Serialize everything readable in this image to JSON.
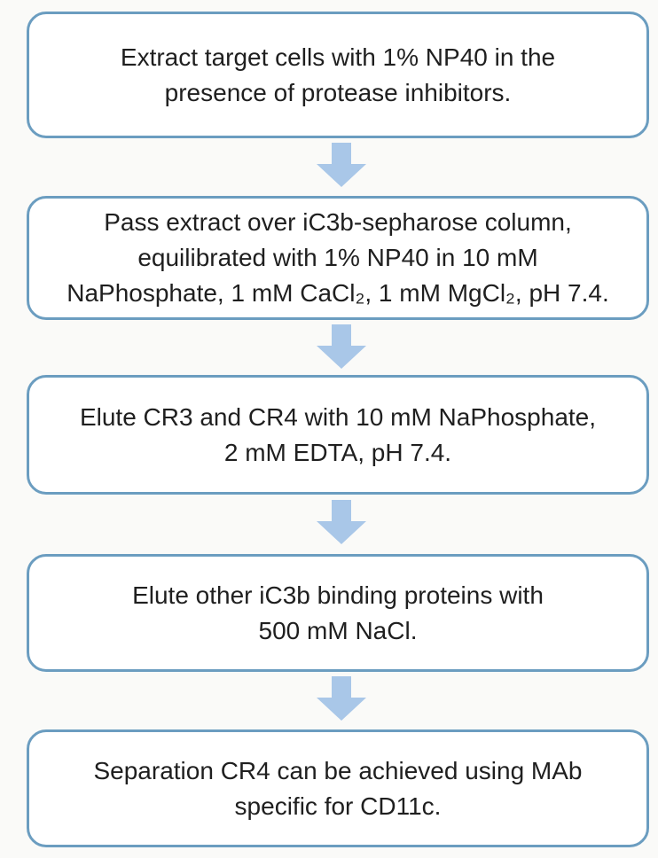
{
  "diagram": {
    "type": "flowchart",
    "direction": "top-down",
    "steps": [
      {
        "id": 1,
        "label": "Extract target cells with 1% NP40 in the\npresence of protease inhibitors."
      },
      {
        "id": 2,
        "label": "Pass extract over iC3b-sepharose column,\nequilibrated with 1% NP40 in 10 mM\nNaPhosphate, 1 mM CaCl₂, 1 mM MgCl₂, pH 7.4."
      },
      {
        "id": 3,
        "label": "Elute CR3 and CR4 with 10 mM NaPhosphate,\n2 mM EDTA, pH 7.4."
      },
      {
        "id": 4,
        "label": "Elute other iC3b binding proteins with\n500 mM NaCl."
      },
      {
        "id": 5,
        "label": "Separation CR4 can be achieved using MAb\nspecific for CD11c."
      }
    ],
    "connector": "down-block-arrow"
  },
  "colors": {
    "box_border": "#6b9dc0",
    "box_fill": "#ffffff",
    "arrow_fill": "#a9c7e8",
    "text": "#1f1f1f",
    "background": "#fafaf8"
  }
}
